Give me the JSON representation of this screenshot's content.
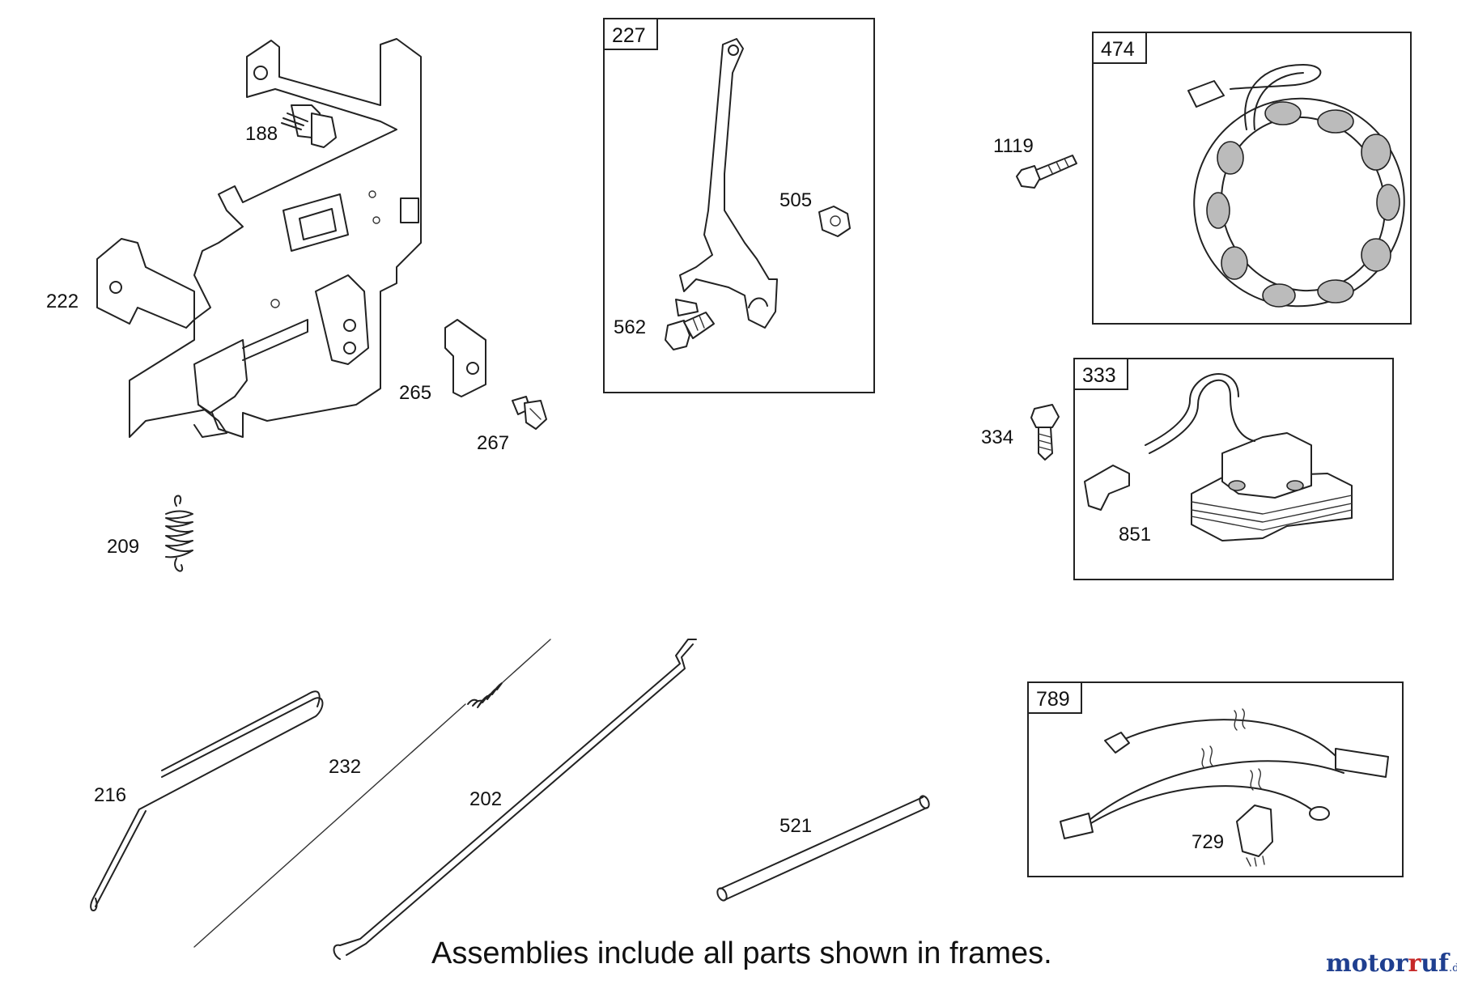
{
  "frames": {
    "f227": "227",
    "f474": "474",
    "f333": "333",
    "f789": "789"
  },
  "labels": {
    "p188": "188",
    "p222": "222",
    "p265": "265",
    "p267": "267",
    "p209": "209",
    "p505": "505",
    "p562": "562",
    "p1119": "1119",
    "p334": "334",
    "p851": "851",
    "p216": "216",
    "p232": "232",
    "p202": "202",
    "p521": "521",
    "p729": "729"
  },
  "caption": "Assemblies include all parts shown in frames.",
  "watermark": {
    "brand_a": "motor",
    "brand_b": "uf",
    "suffix": ".de",
    "color_a": "#1f3f8f",
    "color_b": "#c62828"
  }
}
